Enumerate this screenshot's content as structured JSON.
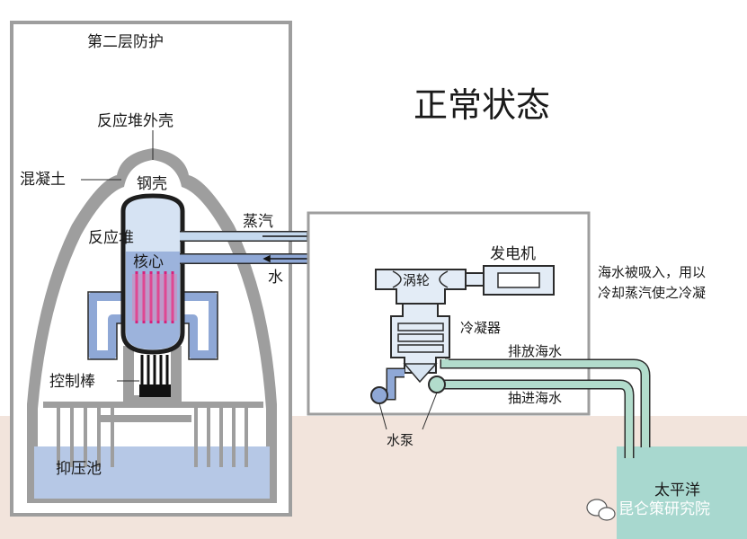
{
  "title": "正常状态",
  "labels": {
    "secondary_containment": "第二层防护",
    "reactor_shell": "反应堆外壳",
    "concrete": "混凝土",
    "steel_shell": "钢壳",
    "reactor": "反应堆",
    "core": "核心",
    "control_rods": "控制棒",
    "suppression_pool": "抑压池",
    "steam": "蒸汽",
    "water": "水",
    "turbine": "涡轮",
    "generator": "发电机",
    "condenser": "冷凝器",
    "discharge_seawater": "排放海水",
    "intake_seawater": "抽进海水",
    "pump": "水泵",
    "pacific": "太平洋",
    "note_line1": "海水被吸入，用以",
    "note_line2": "冷却蒸汽使之冷凝"
  },
  "watermark": "昆仑策研究院",
  "colors": {
    "ground": "#f2e4dc",
    "ocean": "#a8d8cf",
    "steam_pipe": "#c5d9ee",
    "water_pipe": "#8fa8d6",
    "seawater_pipe": "#b2dccc",
    "core_rods": "#d9207a",
    "wall_gray": "#9e9e9e",
    "pool": "#b6c8e6"
  }
}
